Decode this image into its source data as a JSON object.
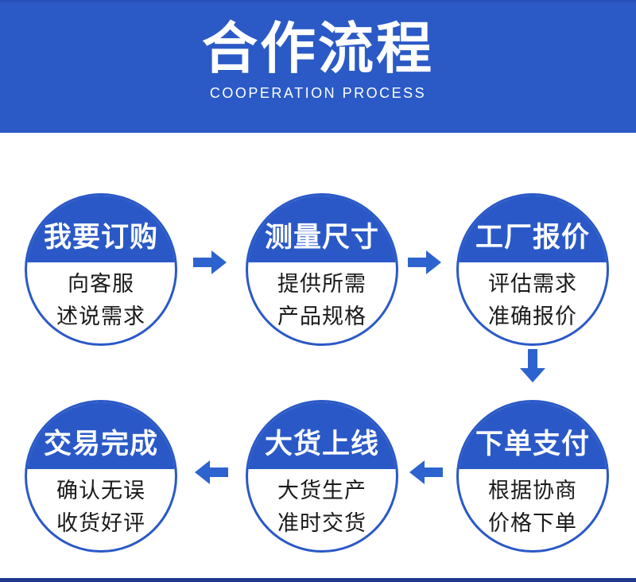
{
  "colors": {
    "banner_blue": "#2B5AC6",
    "banner_top_edge": "#2751B8",
    "circle_blue": "#2A59C7",
    "arrow_blue": "#2D63CE",
    "footer_navy": "#21398F",
    "text_dark": "#1A1A1A",
    "text_white": "#FFFFFF",
    "page_bg": "#FFFFFF"
  },
  "header": {
    "title": "合作流程",
    "subtitle": "COOPERATION PROCESS"
  },
  "steps": [
    {
      "title": "我要订购",
      "desc_line1": "向客服",
      "desc_line2": "述说需求"
    },
    {
      "title": "测量尺寸",
      "desc_line1": "提供所需",
      "desc_line2": "产品规格"
    },
    {
      "title": "工厂报价",
      "desc_line1": "评估需求",
      "desc_line2": "准确报价"
    },
    {
      "title": "下单支付",
      "desc_line1": "根据协商",
      "desc_line2": "价格下单"
    },
    {
      "title": "大货上线",
      "desc_line1": "大货生产",
      "desc_line2": "准时交货"
    },
    {
      "title": "交易完成",
      "desc_line1": "确认无误",
      "desc_line2": "收货好评"
    }
  ],
  "icons": {
    "step1_to_step2": "arrow-right-icon",
    "step2_to_step3": "arrow-right-icon",
    "step3_to_step4": "arrow-down-icon",
    "step4_to_step5": "arrow-left-icon",
    "step5_to_step6": "arrow-left-icon"
  }
}
